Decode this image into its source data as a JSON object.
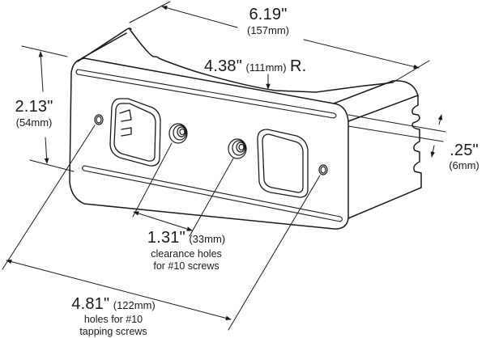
{
  "diagram": {
    "type": "technical-dimension-drawing",
    "subject": "Mounting bracket / lamp housing with two rectangular openings",
    "line_color": "#1a1a1a",
    "background": "#ffffff"
  },
  "dimensions": {
    "overall_width": {
      "inches": "6.19\"",
      "mm": "(157mm)"
    },
    "radius": {
      "inches": "4.38\"",
      "mm": "(111mm)",
      "suffix": "R."
    },
    "height": {
      "inches": "2.13\"",
      "mm": "(54mm)"
    },
    "offset": {
      "inches": ".25\"",
      "mm": "(6mm)"
    },
    "clearance_holes": {
      "inches": "1.31\"",
      "mm": "(33mm)",
      "note_line1": "clearance holes",
      "note_line2": "for #10 screws"
    },
    "tapping_holes": {
      "inches": "4.81\"",
      "mm": "(122mm)",
      "note_line1": "holes for #10",
      "note_line2": "tapping screws"
    }
  }
}
